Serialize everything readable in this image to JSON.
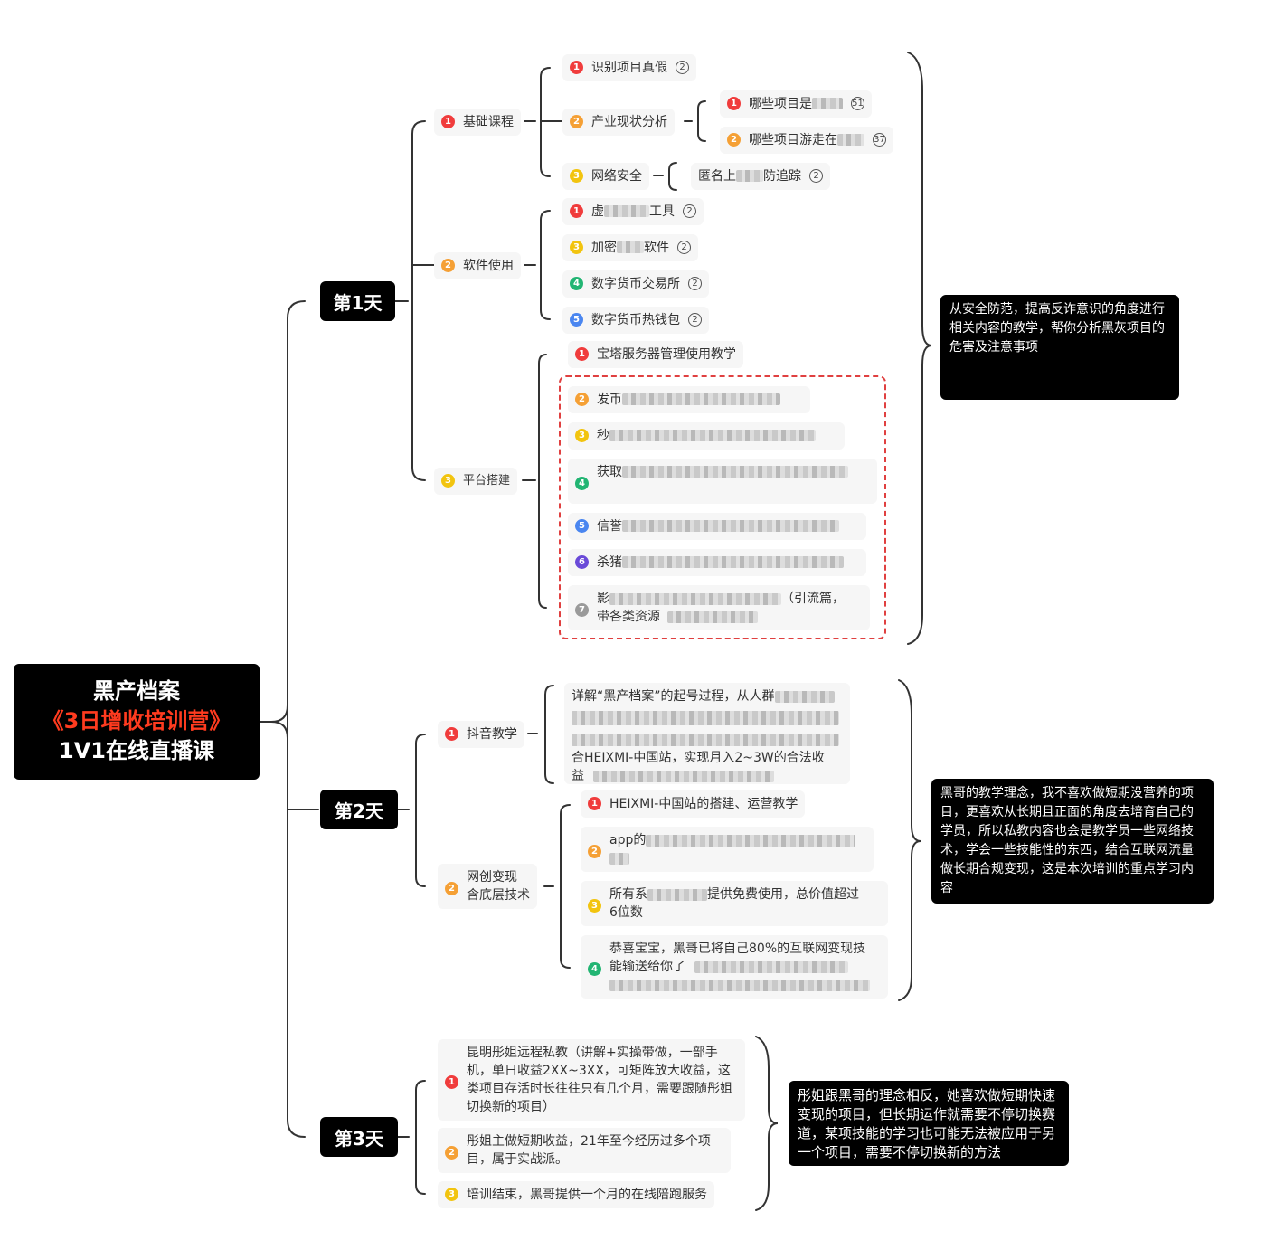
{
  "root": {
    "line1": "黑产档案",
    "line2": "《3日增收培训营》",
    "line3": "1V1在线直播课"
  },
  "colors": {
    "b1": "#f03c3c",
    "b2": "#f5a035",
    "b3": "#f2c40f",
    "b4": "#22b573",
    "b5": "#4a86f0",
    "b6": "#6a4ad8",
    "b7": "#9a9a9a"
  },
  "day1": {
    "label": "第1天",
    "basic": {
      "num": "1",
      "label": "基础课程",
      "items": [
        {
          "num": "1",
          "label": "识别项目真假",
          "count": "2"
        },
        {
          "num": "2",
          "label": "产业现状分析",
          "sub": [
            {
              "num": "1",
              "label": "哪些项目是",
              "count": "51"
            },
            {
              "num": "2",
              "label": "哪些项目游走在",
              "count": "37"
            }
          ]
        },
        {
          "num": "3",
          "label": "网络安全",
          "sub": [
            {
              "label_a": "匿名上",
              "label_b": "防追踪",
              "count": "2"
            }
          ]
        }
      ]
    },
    "software": {
      "num": "2",
      "label": "软件使用",
      "items": [
        {
          "num": "1",
          "label_a": "虚",
          "label_b": "工具",
          "count": "2"
        },
        {
          "num": "3",
          "label_a": "加密",
          "label_b": "软件",
          "count": "2"
        },
        {
          "num": "4",
          "label": "数字货币交易所",
          "count": "2"
        },
        {
          "num": "5",
          "label": "数字货币热钱包",
          "count": "2"
        }
      ]
    },
    "platform": {
      "num": "3",
      "label": "平台搭建",
      "items": [
        {
          "num": "1",
          "label": "宝塔服务器管理使用教学"
        },
        {
          "num": "2",
          "label": "发币"
        },
        {
          "num": "3",
          "label": "秒"
        },
        {
          "num": "4",
          "label": "获取"
        },
        {
          "num": "5",
          "label": "信誉"
        },
        {
          "num": "6",
          "label": "杀猪"
        },
        {
          "num": "7",
          "label_a": "影",
          "label_b": "（引流篇，",
          "label_c": "带各类资源"
        }
      ]
    },
    "note": "从安全防范，提高反诈意识的角度进行相关内容的教学，帮你分析黑灰项目的危害及注意事项"
  },
  "day2": {
    "label": "第2天",
    "douyin": {
      "num": "1",
      "label": "抖音教学",
      "detail_a": "详解“黑产档案”的起号过程，从人群",
      "detail_b": "合HEIXMI-中国站，实现月入2~3W的合法收",
      "detail_c": "益"
    },
    "online": {
      "num": "2",
      "label_a": "网创变现",
      "label_b": "含底层技术",
      "items": [
        {
          "num": "1",
          "label": "HEIXMI-中国站的搭建、运营教学"
        },
        {
          "num": "2",
          "label": "app的"
        },
        {
          "num": "3",
          "label_a": "所有系",
          "label_b": "提供免费使用，总价值超过",
          "label_c": "6位数"
        },
        {
          "num": "4",
          "label_a": "恭喜宝宝，黑哥已将自己80%的互联网变现技",
          "label_b": "能输送给你了"
        }
      ]
    },
    "note": "黑哥的教学理念，我不喜欢做短期没营养的项目，更喜欢从长期且正面的角度去培育自己的学员，所以私教内容也会是教学员一些网络技术，学会一些技能性的东西，结合互联网流量做长期合规变现，这是本次培训的重点学习内容"
  },
  "day3": {
    "label": "第3天",
    "items": [
      {
        "num": "1",
        "label": "昆明彤姐远程私教（讲解+实操带做，一部手机，单日收益2XX~3XX，可矩阵放大收益，这类项目存活时长往往只有几个月，需要跟随彤姐切换新的项目）"
      },
      {
        "num": "2",
        "label": "彤姐主做短期收益，21年至今经历过多个项目，属于实战派。"
      },
      {
        "num": "3",
        "label": "培训结束，黑哥提供一个月的在线陪跑服务"
      }
    ],
    "note": "彤姐跟黑哥的理念相反，她喜欢做短期快速变现的项目，但长期运作就需要不停切换赛道，某项技能的学习也可能无法被应用于另一个项目，需要不停切换新的方法"
  }
}
